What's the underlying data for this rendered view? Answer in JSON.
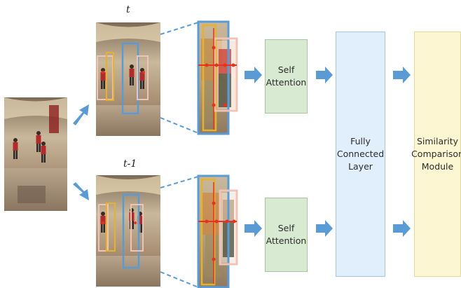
{
  "frames": {
    "current_label": "t",
    "previous_label": "t-1"
  },
  "blocks": {
    "self_attention_top": "Self\nAttention",
    "self_attention_bottom": "Self\nAttention",
    "fully_connected": "Fully\nConnected\nLayer",
    "similarity_module": "Similarity\nComparison\nModule"
  },
  "colors": {
    "self_attention_fill": "#d9ead3",
    "fully_connected_fill": "#e1eefb",
    "similarity_fill": "#fdf6d2",
    "arrow_fill": "#5b9bd5",
    "track_box_blue": "#5b9bd5",
    "track_box_yellow": "#e6b12c",
    "track_box_pink": "#efc3b5",
    "keypoint_red": "#e8321e"
  },
  "icons": {
    "input_image": "shopping-mall-scene-photo",
    "frame_images": "cropped-pedestrian-frame-photo",
    "arrow": "right-arrow-icon"
  }
}
